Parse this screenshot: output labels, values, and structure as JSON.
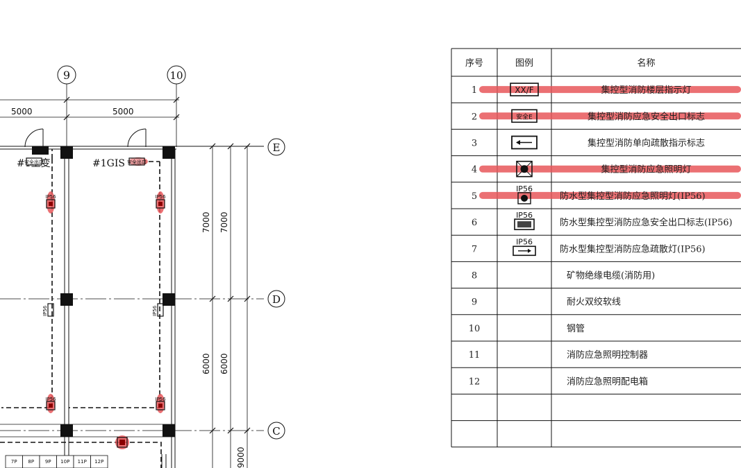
{
  "drawing": {
    "axes": {
      "col_9": "9",
      "col_10": "10",
      "row_E": "E",
      "row_D": "D",
      "row_C": "C"
    },
    "dims": {
      "span_left": "5000",
      "span_right": "5000",
      "ed_a": "7000",
      "ed_b": "7000",
      "dc_a": "6000",
      "dc_b": "6000",
      "cb_partial": "9000"
    },
    "rooms": {
      "room_left": "#1主变",
      "room_right": "#1GIS"
    },
    "fixture_labels": {
      "ip": "IP56",
      "exit_sign": "安全出口"
    },
    "cabinet_panels": [
      "7P",
      "8P",
      "9P",
      "10P",
      "11P",
      "12P"
    ]
  },
  "legend": {
    "headers": {
      "no": "序号",
      "icon": "图例",
      "name": "名称"
    },
    "rows": [
      {
        "no": "1",
        "icon": "floor-indicator",
        "icon_text": "XX/F",
        "name": "集控型消防楼层指示灯",
        "highlighted": true
      },
      {
        "no": "2",
        "icon": "exit-sign",
        "icon_text": "安全E",
        "name": "集控型消防应急安全出口标志",
        "highlighted": true
      },
      {
        "no": "3",
        "icon": "direction-sign",
        "icon_text": "",
        "name": "集控型消防单向疏散指示标志",
        "highlighted": false
      },
      {
        "no": "4",
        "icon": "emergency-light",
        "icon_text": "",
        "name": "集控型消防应急照明灯",
        "highlighted": true
      },
      {
        "no": "5",
        "icon": "waterproof-light",
        "icon_text": "IP56",
        "name": "防水型集控型消防应急照明灯(IP56)",
        "highlighted": true
      },
      {
        "no": "6",
        "icon": "waterproof-exit",
        "icon_text": "IP56",
        "name": "防水型集控型消防应急安全出口标志(IP56)",
        "highlighted": false
      },
      {
        "no": "7",
        "icon": "waterproof-evac",
        "icon_text": "IP56",
        "name": "防水型集控型消防应急疏散灯(IP56)",
        "highlighted": false
      },
      {
        "no": "8",
        "icon": "",
        "icon_text": "",
        "name": "矿物绝缘电缆(消防用)",
        "highlighted": false
      },
      {
        "no": "9",
        "icon": "",
        "icon_text": "",
        "name": "耐火双绞软线",
        "highlighted": false
      },
      {
        "no": "10",
        "icon": "",
        "icon_text": "",
        "name": "钢管",
        "highlighted": false
      },
      {
        "no": "11",
        "icon": "",
        "icon_text": "",
        "name": "消防应急照明控制器",
        "highlighted": false
      },
      {
        "no": "12",
        "icon": "",
        "icon_text": "",
        "name": "消防应急照明配电箱",
        "highlighted": false
      },
      {
        "no": "",
        "icon": "",
        "icon_text": "",
        "name": "",
        "highlighted": false
      },
      {
        "no": "",
        "icon": "",
        "icon_text": "",
        "name": "",
        "highlighted": false
      }
    ],
    "colors": {
      "highlight": "#e8575a",
      "line": "#111111"
    }
  }
}
